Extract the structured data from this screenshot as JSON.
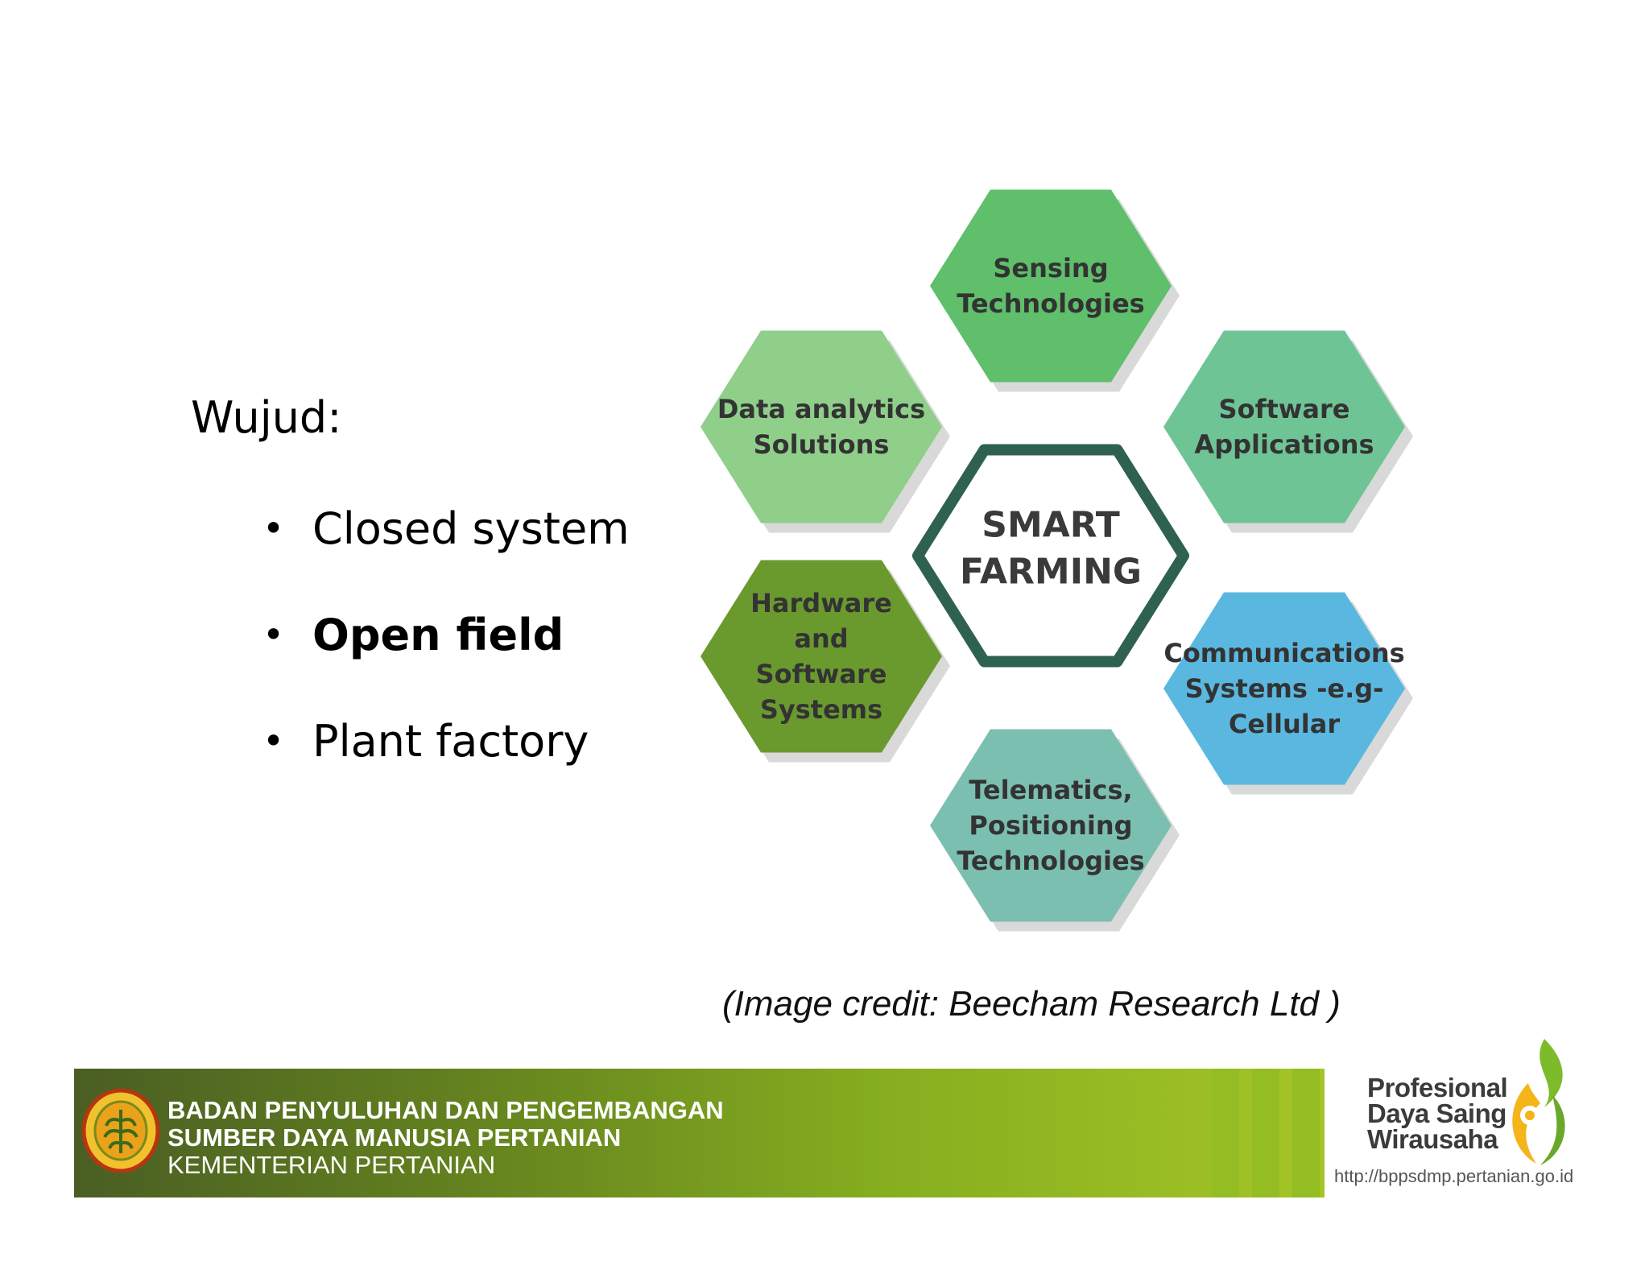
{
  "slide": {
    "heading": "Wujud:",
    "bullets": [
      {
        "text": "Closed system",
        "bold": false
      },
      {
        "text": "Open field",
        "bold": true
      },
      {
        "text": "Plant factory",
        "bold": false
      }
    ],
    "bullet_glyph": "•"
  },
  "diagram": {
    "center": {
      "lines": [
        "SMART",
        "FARMING"
      ]
    },
    "hexagons": [
      {
        "id": "sensing",
        "lines": [
          "Sensing",
          "Technologies"
        ],
        "color": "#5fbf6a"
      },
      {
        "id": "software-apps",
        "lines": [
          "Software",
          "Applications"
        ],
        "color": "#6fc496"
      },
      {
        "id": "communications",
        "lines": [
          "Communications",
          "Systems -e.g-",
          "Cellular"
        ],
        "color": "#5ab8e0"
      },
      {
        "id": "telematics",
        "lines": [
          "Telematics,",
          "Positioning",
          "Technologies"
        ],
        "color": "#7bbfb0"
      },
      {
        "id": "hardware",
        "lines": [
          "Hardware",
          "and",
          "Software",
          "Systems"
        ],
        "color": "#6a9a2e"
      },
      {
        "id": "data-analytics",
        "lines": [
          "Data analytics",
          "Solutions"
        ],
        "color": "#8fcf8a"
      }
    ],
    "center_border_color": "#2f6150"
  },
  "credit": "(Image credit: Beecham Research Ltd )",
  "footer": {
    "line1": "BADAN PENYULUHAN DAN PENGEMBANGAN",
    "line2": "SUMBER DAYA MANUSIA PERTANIAN",
    "line3": "KEMENTERIAN PERTANIAN",
    "brand": [
      "Profesional",
      "Daya Saing",
      "Wirausaha"
    ],
    "url": "http://bppsdmp.pertanian.go.id"
  }
}
